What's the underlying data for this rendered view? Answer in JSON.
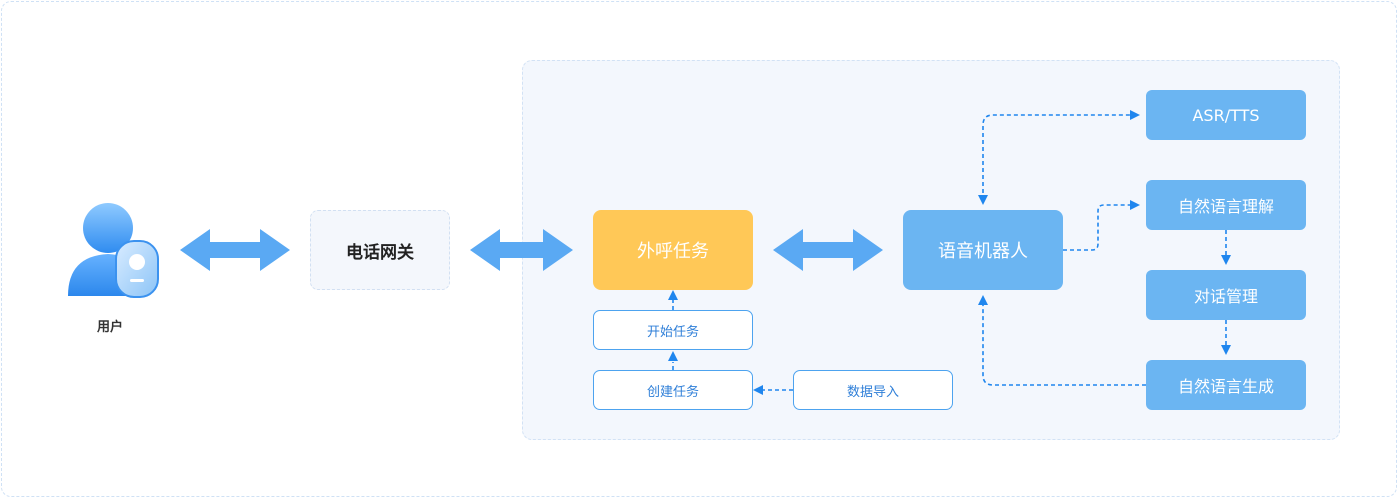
{
  "user": {
    "label": "用户"
  },
  "gateway": {
    "label": "电话网关"
  },
  "outbound_task": {
    "label": "外呼任务"
  },
  "voice_robot": {
    "label": "语音机器人"
  },
  "modules": {
    "asr_tts": "ASR/TTS",
    "nlu": "自然语言理解",
    "dialog_management": "对话管理",
    "nlg": "自然语言生成"
  },
  "task_steps": {
    "start_task": "开始任务",
    "create_task": "创建任务",
    "data_import": "数据导入"
  },
  "colors": {
    "accent_blue": "#6bb5f2",
    "arrow_blue": "#5aa9f3",
    "dashed_blue": "#1f86ee",
    "task_orange": "#ffc857",
    "panel_bg": "#f3f7fd"
  },
  "icons": {
    "user": "user-avatar-icon",
    "bidirectional_arrow": "double-headed-arrow-icon"
  }
}
